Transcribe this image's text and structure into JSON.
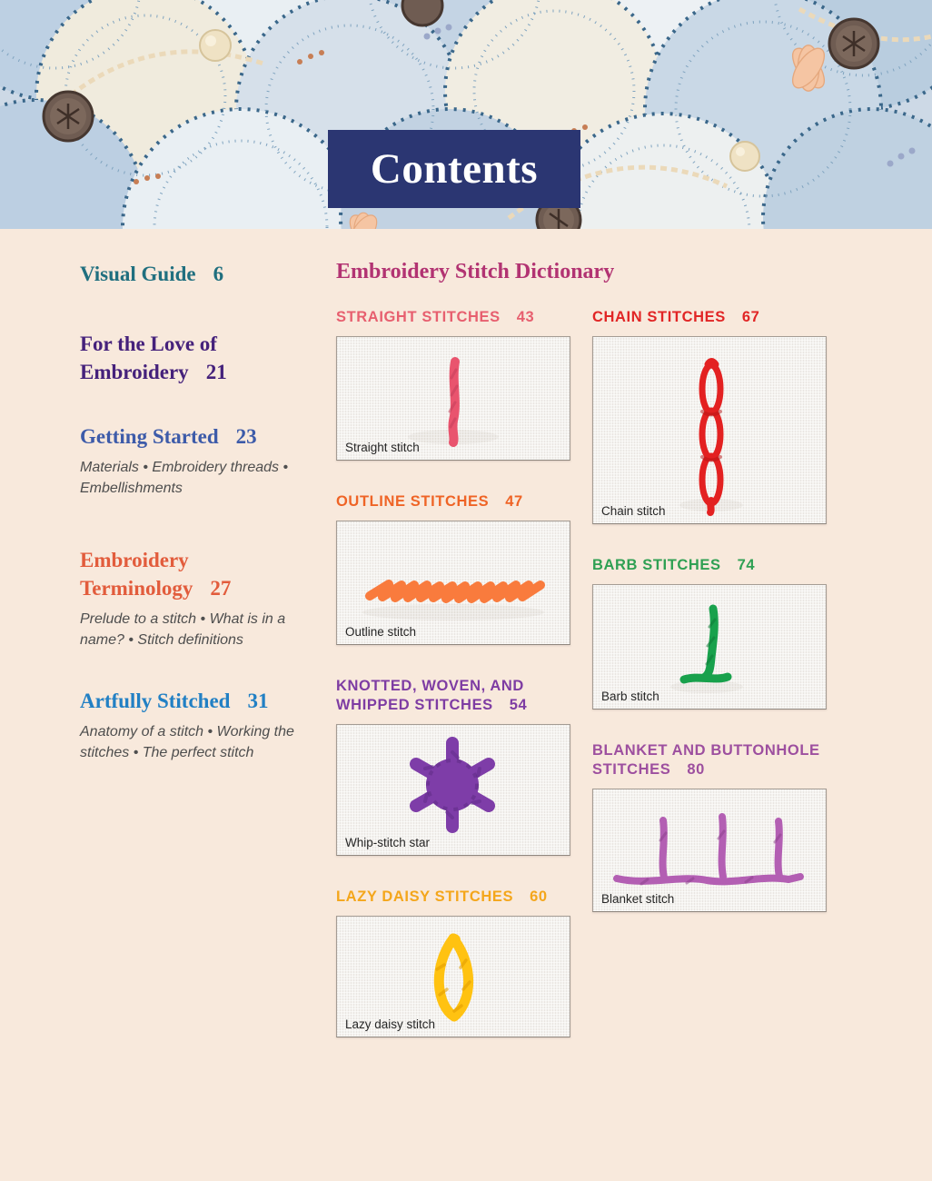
{
  "page": {
    "title": "Contents",
    "background_color": "#F8E9DC",
    "banner_color": "#2B3672",
    "banner_text_color": "#FFFFFF"
  },
  "header_photo": {
    "description": "crazy-quilt embroidery sampler photo",
    "palette": [
      "#CDD9E6",
      "#BDD0E3",
      "#E9EFF3",
      "#F0EBDD",
      "#F5C5A3",
      "#3A678A"
    ]
  },
  "toc": {
    "items": [
      {
        "title": "Visual Guide",
        "page": "6",
        "color": "#206F7F",
        "subtitle": ""
      },
      {
        "title": "For the Love of Embroidery",
        "page": "21",
        "color": "#45217B",
        "subtitle": ""
      },
      {
        "title": "Getting Started",
        "page": "23",
        "color": "#3D5BA9",
        "subtitle": "Materials  •  Embroidery threads  •  Embellishments"
      },
      {
        "title": "Embroidery Terminology",
        "page": "27",
        "color": "#E25C3C",
        "subtitle": "Prelude to a stitch  •  What is in a name?  •  Stitch definitions"
      },
      {
        "title": "Artfully Stitched",
        "page": "31",
        "color": "#2280C4",
        "subtitle": "Anatomy of a stitch  •  Working the stitches  •  The perfect stitch"
      }
    ]
  },
  "dictionary": {
    "title": "Embroidery Stitch Dictionary",
    "title_color": "#B23372",
    "left": [
      {
        "label": "STRAIGHT STITCHES",
        "page": "43",
        "color": "#E75F6F",
        "caption": "Straight stitch",
        "thread": "#E9546E"
      },
      {
        "label": "OUTLINE STITCHES",
        "page": "47",
        "color": "#EF6426",
        "caption": "Outline stitch",
        "thread": "#F97B3D"
      },
      {
        "label": "KNOTTED, WOVEN, AND WHIPPED STITCHES",
        "page": "54",
        "color": "#7E3CA3",
        "caption": "Whip-stitch star",
        "thread": "#7E3DA8"
      },
      {
        "label": "LAZY DAISY STITCHES",
        "page": "60",
        "color": "#F4A61B",
        "caption": "Lazy daisy stitch",
        "thread": "#FFC211"
      }
    ],
    "right": [
      {
        "label": "CHAIN STITCHES",
        "page": "67",
        "color": "#E12525",
        "caption": "Chain stitch",
        "thread": "#E32121"
      },
      {
        "label": "BARB STITCHES",
        "page": "74",
        "color": "#2FA053",
        "caption": "Barb stitch",
        "thread": "#18A14C"
      },
      {
        "label": "BLANKET AND BUTTONHOLE STITCHES",
        "page": "80",
        "color": "#9D4F9F",
        "caption": "Blanket stitch",
        "thread": "#B35FB3"
      }
    ]
  }
}
